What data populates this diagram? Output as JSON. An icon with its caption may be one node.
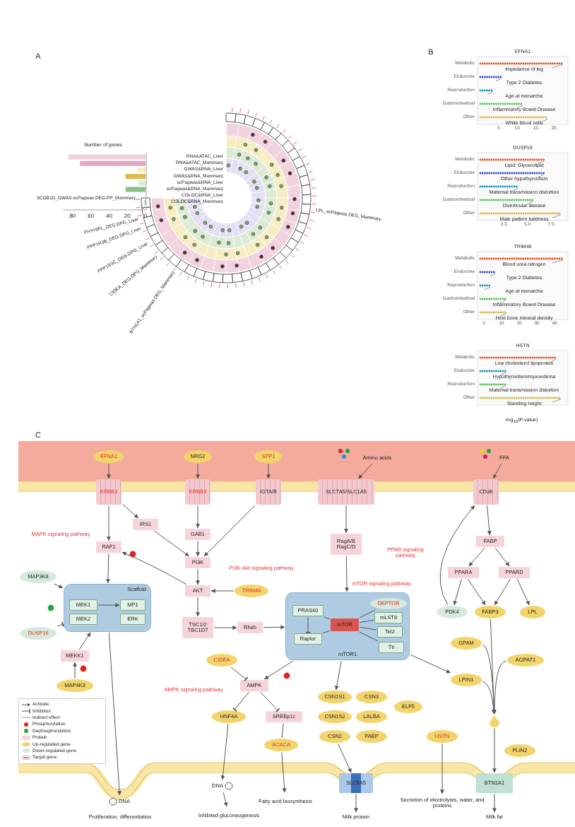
{
  "diagram": {
    "nodes": [
      {
        "text": [
          "EFNA1"
        ]
      },
      {
        "text": [
          "NRG2"
        ]
      },
      {
        "text": [
          "SPP1"
        ]
      },
      {
        "text": [
          "Amino acids"
        ]
      },
      {
        "text": [
          "FFA"
        ]
      },
      {
        "text": [
          "ERBB3"
        ]
      },
      {
        "text": [
          "ERBB3"
        ]
      },
      {
        "text": [
          "IGTA/B"
        ]
      },
      {
        "text": [
          "SLC7A5/SLC1A5"
        ]
      },
      {
        "text": [
          "CD36"
        ]
      },
      {
        "text": [
          "IRS1"
        ]
      },
      {
        "text": [
          "GAB1"
        ]
      },
      {
        "text": [
          "RAF1"
        ]
      },
      {
        "text": [
          "PI3K"
        ]
      },
      {
        "text": [
          "AKT"
        ]
      },
      {
        "text": [
          "TRIM46"
        ]
      },
      {
        "text": [
          "TSC1/2 TBC1D7"
        ]
      },
      {
        "text": [
          "Rheb"
        ]
      },
      {
        "text": [
          "RagA/B RagC/D"
        ]
      },
      {
        "text": [
          "Scaffold"
        ]
      },
      {
        "text": [
          "MEK1"
        ],
        "in": 19
      },
      {
        "text": [
          "MEK2"
        ],
        "in": 19
      },
      {
        "text": [
          "MP1"
        ],
        "in": 19
      },
      {
        "text": [
          "ERK"
        ],
        "in": 19
      },
      {
        "text": [
          "MAP3K8"
        ]
      },
      {
        "text": [
          "DUSP16"
        ]
      },
      {
        "text": [
          "MEKK1"
        ]
      },
      {
        "text": [
          "MAP4K3"
        ]
      },
      {
        "text": [
          "mTOR1"
        ]
      },
      {
        "text": [
          "PRAS40"
        ],
        "in": 28
      },
      {
        "text": [
          "Raptor"
        ],
        "in": 28
      },
      {
        "text": [
          "mTOR"
        ],
        "in": 28
      },
      {
        "text": [
          "DEPTOR"
        ],
        "in": 28
      },
      {
        "text": [
          "mLST8"
        ],
        "in": 28
      },
      {
        "text": [
          "Tel2"
        ],
        "in": 28
      },
      {
        "text": [
          "Tti"
        ],
        "in": 28
      },
      {
        "text": [
          "FABP"
        ]
      },
      {
        "text": [
          "PPARA"
        ]
      },
      {
        "text": [
          "PPARD"
        ]
      },
      {
        "text": [
          "PDK4"
        ]
      },
      {
        "text": [
          "FABP3"
        ]
      },
      {
        "text": [
          "LPL"
        ]
      },
      {
        "text": [
          "GPAM"
        ]
      },
      {
        "text": [
          "AGPAT1"
        ]
      },
      {
        "text": [
          "LPIN1"
        ]
      },
      {
        "text": [],
        "shape": "droplet"
      },
      {
        "text": [
          "PLIN2"
        ]
      },
      {
        "text": [
          "CIDEA"
        ]
      },
      {
        "text": [
          "AMPK"
        ]
      },
      {
        "text": [
          "HNF4A"
        ]
      },
      {
        "text": [
          "SREBp1c"
        ]
      },
      {
        "text": [
          "ACACA"
        ]
      },
      {
        "text": [
          "CSN1S1"
        ]
      },
      {
        "text": [
          "CSN3"
        ]
      },
      {
        "text": [
          "CSN1S2"
        ]
      },
      {
        "text": [
          "LALBA"
        ]
      },
      {
        "text": [
          "CSN2"
        ]
      },
      {
        "text": [
          "PAEP"
        ]
      },
      {
        "text": [
          "ELF5"
        ]
      },
      {
        "text": [
          "HSTN"
        ]
      },
      {
        "text": [
          "SLC5A5"
        ]
      },
      {
        "text": [
          "BTN1A1"
        ]
      },
      {
        "text": [
          "DNA"
        ]
      },
      {
        "text": [
          "DNA"
        ]
      },
      {
        "text": [
          "Proliferation, differentiation"
        ]
      },
      {
        "text": [
          "Inhibited gluconeogenesis"
        ]
      },
      {
        "text": [
          "Fatty acid biosynthesis"
        ]
      },
      {
        "text": [
          "Milk protein"
        ]
      },
      {
        "text": [
          "Secretion of electrolytes, water, and proteins"
        ]
      },
      {
        "text": [
          "Milk fat"
        ]
      }
    ],
    "edges": [
      {
        "from": 0,
        "to": 5,
        "arrow": "to"
      },
      {
        "from": 1,
        "to": 6,
        "arrow": "to"
      },
      {
        "from": 2,
        "to": 7,
        "arrow": "to"
      },
      {
        "from": 3,
        "to": 8,
        "arrow": "to"
      },
      {
        "from": 4,
        "to": 9,
        "arrow": "to"
      },
      {
        "from": 5,
        "to": 10,
        "arrow": "to"
      },
      {
        "from": 5,
        "to": 12,
        "arrow": "to"
      },
      {
        "from": 6,
        "to": 11,
        "arrow": "to"
      },
      {
        "from": 10,
        "to": 13,
        "arrow": "to"
      },
      {
        "from": 11,
        "to": 13,
        "arrow": "to"
      },
      {
        "from": 7,
        "to": 13,
        "arrow": "to"
      },
      {
        "from": 12,
        "to": 19,
        "arrow": "to"
      },
      {
        "from": 13,
        "to": 14,
        "arrow": "to"
      },
      {
        "from": 15,
        "to": 14,
        "arrow": "to"
      },
      {
        "from": 14,
        "to": 12,
        "arrow": "to"
      },
      {
        "from": 14,
        "to": 16,
        "arrow": "to"
      },
      {
        "from": 16,
        "to": 17,
        "arrow": "to"
      },
      {
        "from": 17,
        "to": 28,
        "arrow": "to"
      },
      {
        "from": 8,
        "to": 18,
        "arrow": "to"
      },
      {
        "from": 18,
        "to": 28,
        "arrow": "to"
      },
      {
        "from": 24,
        "to": 19,
        "arrow": "to"
      },
      {
        "from": 25,
        "to": 19,
        "arrow": "other"
      },
      {
        "from": 20,
        "to": 22,
        "arrow": "to"
      },
      {
        "from": 27,
        "to": 26,
        "arrow": "to"
      },
      {
        "from": 26,
        "to": 19,
        "arrow": "to"
      },
      {
        "from": 19,
        "to": 62,
        "arrow": "to"
      },
      {
        "from": 29,
        "to": 30,
        "arrow": "other"
      },
      {
        "from": 31,
        "to": 29,
        "arrow": "none"
      },
      {
        "from": 31,
        "to": 30,
        "arrow": "none"
      },
      {
        "from": 31,
        "to": 32,
        "arrow": "none"
      },
      {
        "from": 31,
        "to": 33,
        "arrow": "none"
      },
      {
        "from": 31,
        "to": 34,
        "arrow": "none"
      },
      {
        "from": 31,
        "to": 35,
        "arrow": "none"
      },
      {
        "from": 9,
        "to": 36,
        "arrow": "to"
      },
      {
        "from": 36,
        "to": 37,
        "arrow": "to"
      },
      {
        "from": 36,
        "to": 38,
        "arrow": "to"
      },
      {
        "from": 37,
        "to": 39,
        "arrow": "to"
      },
      {
        "from": 37,
        "to": 40,
        "arrow": "to"
      },
      {
        "from": 38,
        "to": 40,
        "arrow": "to"
      },
      {
        "from": 38,
        "to": 41,
        "arrow": "to"
      },
      {
        "from": 39,
        "to": 9,
        "arrow": "to"
      },
      {
        "from": 40,
        "to": 45,
        "arrow": "to"
      },
      {
        "from": 42,
        "to": 45,
        "arrow": "to"
      },
      {
        "from": 43,
        "to": 45,
        "arrow": "to"
      },
      {
        "from": 44,
        "to": 45,
        "arrow": "to"
      },
      {
        "from": 28,
        "to": 44,
        "arrow": "to"
      },
      {
        "from": 45,
        "to": 61,
        "arrow": "to"
      },
      {
        "from": 61,
        "to": 69,
        "arrow": "to"
      },
      {
        "from": 28,
        "to": 52,
        "arrow": "to"
      },
      {
        "from": 56,
        "to": 60,
        "arrow": "to"
      },
      {
        "from": 60,
        "to": 67,
        "arrow": "to"
      },
      {
        "from": 59,
        "to": 68,
        "arrow": "to"
      },
      {
        "from": 47,
        "to": 48,
        "arrow": "other"
      },
      {
        "from": 28,
        "to": 48,
        "arrow": "to"
      },
      {
        "from": 48,
        "to": 49,
        "arrow": "other"
      },
      {
        "from": 48,
        "to": 50,
        "arrow": "other"
      },
      {
        "from": 50,
        "to": 51,
        "arrow": "none"
      },
      {
        "from": 49,
        "to": 63,
        "arrow": "to"
      },
      {
        "from": 63,
        "to": 65,
        "arrow": "to"
      },
      {
        "from": 51,
        "to": 66,
        "arrow": "to"
      }
    ],
    "labels": [
      "A",
      "B",
      "C",
      "SCGB1D_GWAS.scPagwas.DEG.PP_Mammary",
      "PHYHIPL_DEG.DPG_Liver",
      "PPP1R3B_DEG.DPG_Liver",
      "PPP1R3C_DEG.DPG_Liver",
      "CIDEA_DEG.DPG_Mammary",
      "BTN1A1_scPagwas.DEG_Mammary",
      "LPL_scPagwas.DEG_Mammary",
      "EFNA1",
      "Metabolic",
      "Endocrine",
      "Reproduction",
      "Gastrointestinal",
      "Other",
      "Impedance of leg",
      "Type 2 Diabetes",
      "Age at menarche",
      "Inflammatory Bowel Disease",
      "White blood cells",
      "5",
      "10",
      "15",
      "20",
      "DUSP16",
      "Metabolic",
      "Endocrine",
      "Reproduction",
      "Gastrointestinal",
      "Other",
      "Lipid: Glycerolipid",
      "Other hypothyroidism",
      "Maternal transmission distortion",
      "Diverticular disease",
      "Male pattern baldness",
      "2.5",
      "5.0",
      "7.5",
      "TRIM46",
      "Metabolic",
      "Endocrine",
      "Reproduction",
      "Gastrointestinal",
      "Other",
      "Blood urea nitrogen",
      "Type 2 Diabetes",
      "Age at menarche",
      "Inflammatory Bowel Disease",
      "Heel bone mineral density",
      "0",
      "10",
      "20",
      "30",
      "40",
      "HSTN",
      "Metabolic",
      "Endocrine",
      "Reproduction",
      "Other",
      "Low cholesterol lipoprotein",
      "Hypothyroidism/myxoedema",
      "Maternal transmission distortion",
      "Standing height",
      "-log$_{10}$(P-value)",
      "MAPK signaling pathway",
      "PI3K-Akt signaling pathway",
      "mTOR signaling pathway",
      "PPAR signaling pathway",
      "AMPK signaling pathway"
    ],
    "legend": [
      {
        "text": "Activate"
      },
      {
        "text": "Inhibition"
      },
      {
        "text": "Indirect effect"
      },
      {
        "text": "Phosphorylation",
        "color": "#e0231c"
      },
      {
        "text": "Dephosphorylation",
        "color": "#1ea83a"
      },
      {
        "text": "Protein",
        "color": "#f6d5da"
      },
      {
        "text": "Up-regulated gene",
        "color": "#f3d46b"
      },
      {
        "text": "Down-regulated gene",
        "color": "#d6e9dc"
      },
      {
        "text": "Target gene"
      }
    ],
    "chart_data": {
      "type": "bar",
      "orientation": "horizontal",
      "title": "Number of genes",
      "categories": [
        "RNA&ATAC_Liver",
        "RNA&ATAC_Mammary",
        "GWAS&RNA_Liver",
        "GWAS&RNA_Mammary",
        "scPagwas&RNA_Liver",
        "scPagwas&RNA_Mammary",
        "COLOC&RNA_Liver",
        "COLOC&RNA_Mammary"
      ],
      "values": [
        85,
        72,
        9,
        22,
        8,
        22,
        null,
        1
      ],
      "xlim": [
        90,
        0
      ],
      "xticks": [
        80,
        60,
        40,
        20,
        0
      ]
    }
  }
}
